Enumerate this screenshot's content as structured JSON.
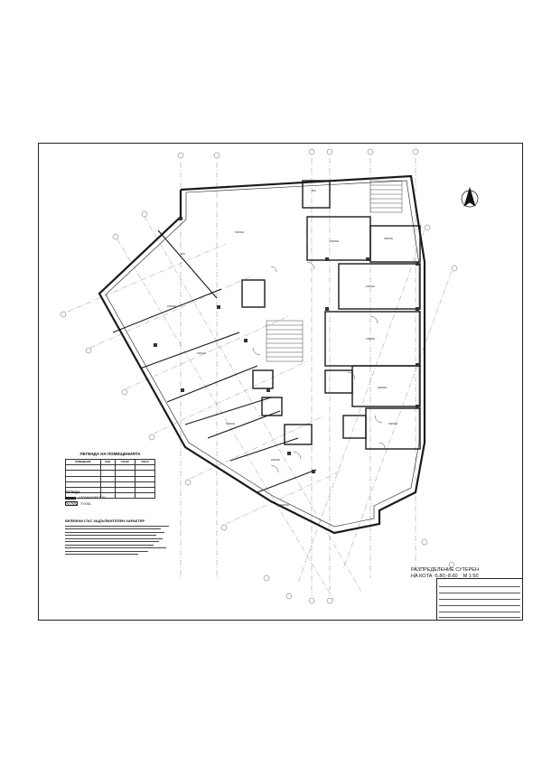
{
  "sheet_title": {
    "line1": "РАЗПРЕДЕЛЕНИЕ СУТЕРЕН",
    "line2": "НА КОТА -5.80;-8.60",
    "scale": "М 1:50"
  },
  "legend": {
    "title": "ЛЕГЕНДА НА ПОМЕЩЕНИЯТА",
    "headers": [
      "ПОМЕЩЕНИЕ",
      "ПОД",
      "СТЕНИ",
      "ТАВАН"
    ],
    "rows": 6
  },
  "walls_legend": {
    "title": "ЛЕГЕНДА",
    "items": [
      "СТОМАНОБЕТОН",
      "ТУХЛА"
    ]
  },
  "notes": {
    "title": "БЕЛЕЖКИ СЪС ЗАДЪЛЖИТЕЛЕН ХАРАКТЕР"
  },
  "rooms": {
    "garage_label": "ГАРАЖ",
    "wc_label": "WC"
  },
  "colors": {
    "line": "#1a1a1a",
    "wall_fill": "#555555",
    "background": "#ffffff"
  },
  "icons": [
    "north-arrow-icon",
    "staircase-icon",
    "column-icon"
  ]
}
